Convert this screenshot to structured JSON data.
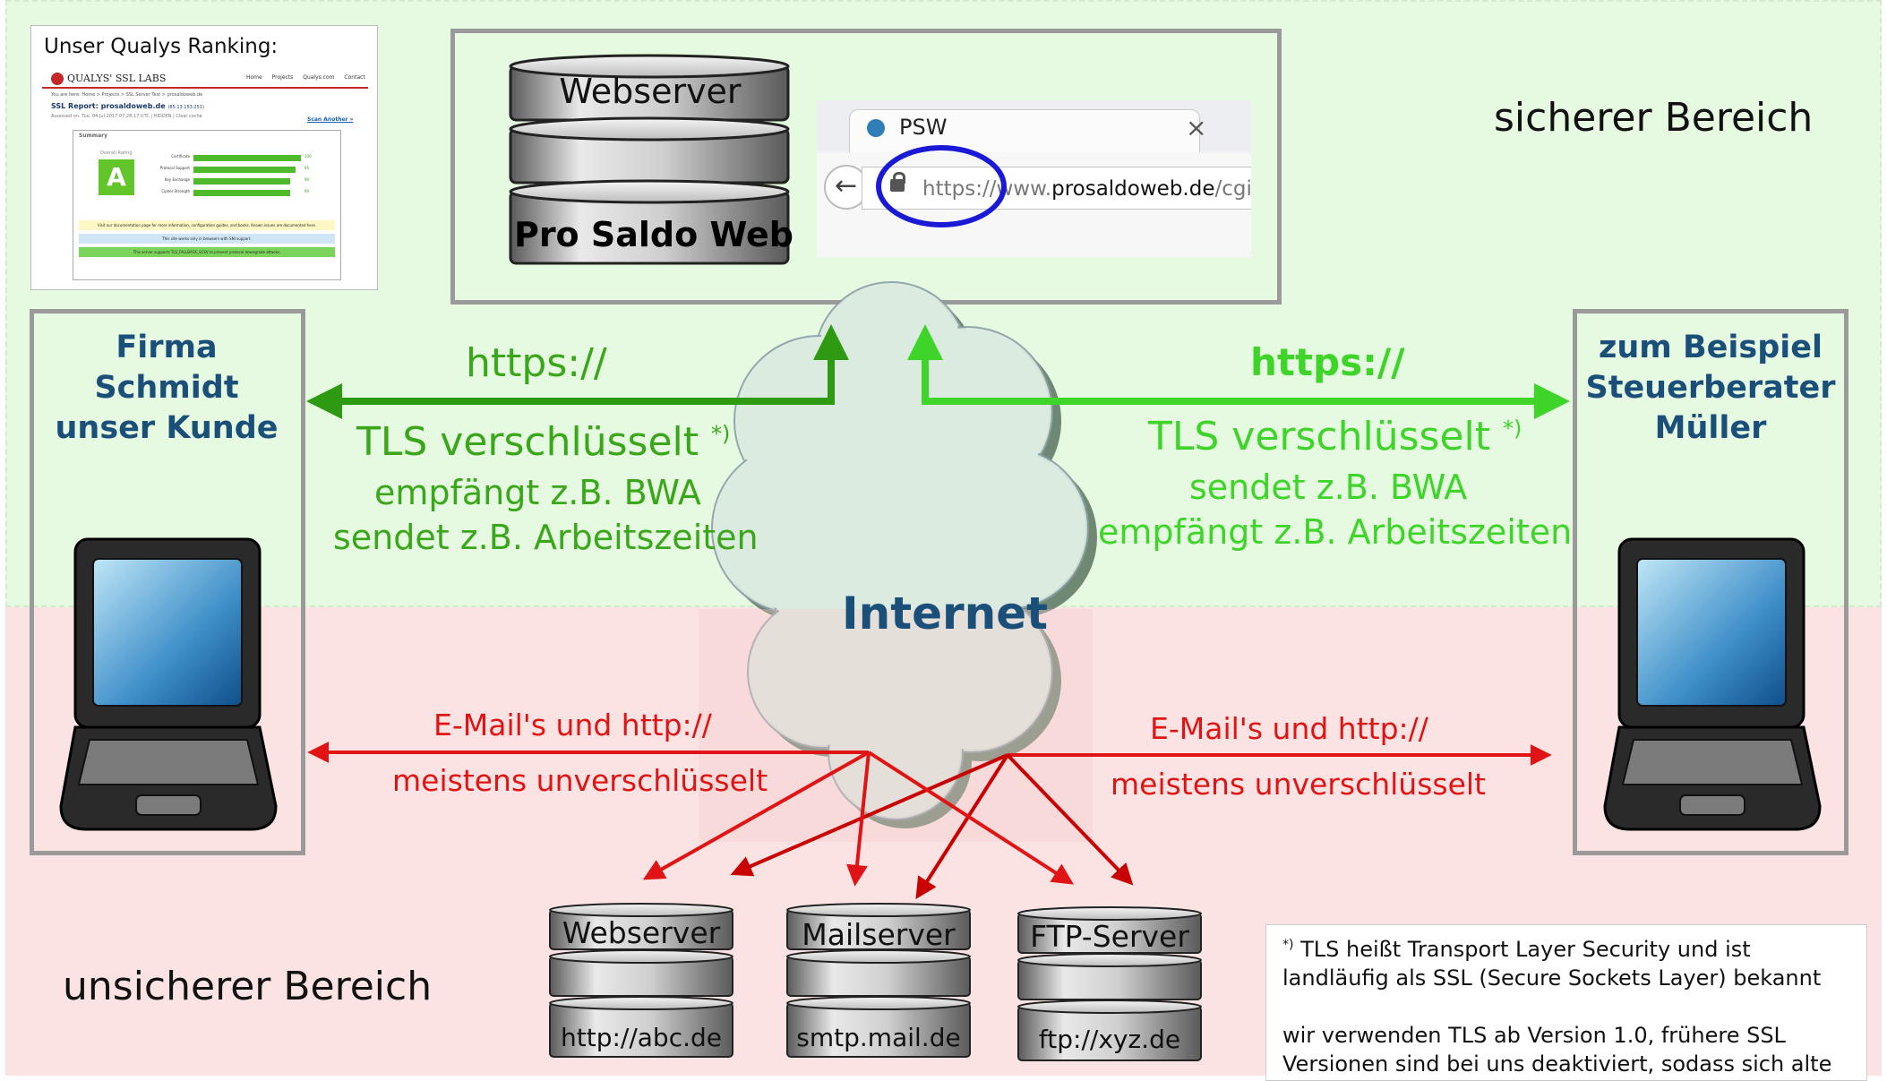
{
  "zones": {
    "secure_label": "sicherer Bereich",
    "insecure_label": "unsicherer Bereich"
  },
  "qualys": {
    "title": "Unser Qualys Ranking:",
    "logo_text": "QUALYS' SSL LABS",
    "nav": [
      "Home",
      "Projects",
      "Qualys.com",
      "Contact"
    ],
    "breadcrumb": "You are here: Home > Projects > SSL Server Test > prosaldoweb.de",
    "report_title": "SSL Report: prosaldoweb.de",
    "report_ip": "(85.13.153.251)",
    "assessed": "Assessed on: Tue, 04 Jul 2017 07:28:17 UTC | HIDDEN | Clear cache",
    "scan_another": "Scan Another »",
    "summary_label": "Summary",
    "overall_label": "Overall Rating",
    "grade": "A",
    "bars": [
      {
        "label": "Certificate",
        "value": 100
      },
      {
        "label": "Protocol Support",
        "value": 95
      },
      {
        "label": "Key Exchange",
        "value": 90
      },
      {
        "label": "Cipher Strength",
        "value": 90
      }
    ],
    "notes": [
      "Visit our documentation page for more information, configuration guides, and books. Known issues are documented here.",
      "This site works only in browsers with SNI support.",
      "This server supports TLS_FALLBACK_SCSV to prevent protocol downgrade attacks."
    ],
    "note_colors": [
      "#fff7c4",
      "#cfe6f7",
      "#7cd35c"
    ]
  },
  "main_server": {
    "top_label": "Webserver",
    "bottom_label": "Pro Saldo Web"
  },
  "browser": {
    "tab_title": "PSW",
    "url_scheme": "https://",
    "url_rest_prefix": "www.",
    "url_domain": "prosaldoweb.de",
    "url_path": "/cgi-b"
  },
  "left_client": {
    "line1": "Firma",
    "line2": "Schmidt",
    "line3": "unser Kunde"
  },
  "right_client": {
    "line1": "zum Beispiel",
    "line2": "Steuerberater",
    "line3": "Müller"
  },
  "left_secure": {
    "protocol": "https://",
    "tls": "TLS verschlüsselt",
    "footnote_mark": "*)",
    "line1": "empfängt z.B. BWA",
    "line2": "sendet z.B. Arbeitszeiten"
  },
  "right_secure": {
    "protocol": "https://",
    "tls": "TLS verschlüsselt",
    "footnote_mark": "*)",
    "line1": "sendet z.B. BWA",
    "line2": "empfängt z.B. Arbeitszeiten"
  },
  "internet_label": "Internet",
  "left_insecure": {
    "line1": "E-Mail's und http://",
    "line2": "meistens unverschlüsselt"
  },
  "right_insecure": {
    "line1": "E-Mail's und http://",
    "line2": "meistens unverschlüsselt"
  },
  "servers": [
    {
      "name": "Webserver",
      "address": "http://abc.de"
    },
    {
      "name": "Mailserver",
      "address": "smtp.mail.de"
    },
    {
      "name": "FTP-Server",
      "address": "ftp://xyz.de"
    }
  ],
  "footnote": {
    "mark": "*)",
    "line1": "TLS heißt Transport Layer Security und ist",
    "line2": "landläufig als SSL (Secure Sockets Layer) bekannt",
    "line3": "wir verwenden TLS ab Version 1.0, frühere SSL",
    "line4": "Versionen sind bei uns deaktiviert, sodass sich alte"
  },
  "colors": {
    "secure_bg": "#e6f9e1",
    "insecure_bg": "#fbe3e3",
    "green_dark": "#2e9a12",
    "green_light": "#3fd42a",
    "red": "#e01414",
    "blue_label": "#1a4f7a",
    "frame_gray": "#9a9a9a"
  }
}
